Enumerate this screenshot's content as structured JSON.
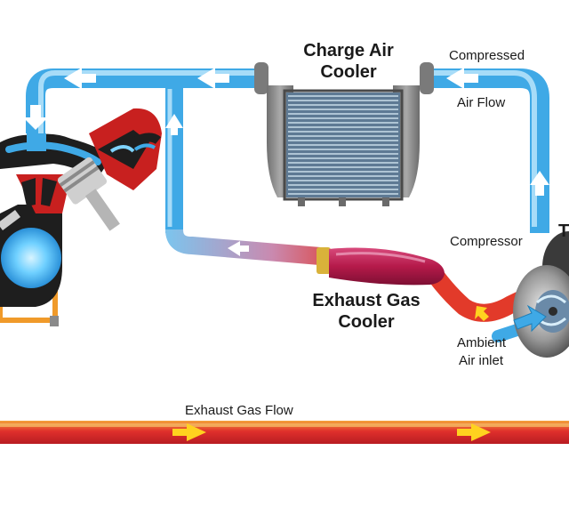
{
  "labels": {
    "charge_air_cooler": [
      "Charge Air",
      "Cooler"
    ],
    "compressed_air_flow": [
      "Compressed",
      "Air Flow"
    ],
    "compressor": "Compressor",
    "turbo_partial": "T",
    "exhaust_gas_cooler": [
      "Exhaust Gas",
      "Cooler"
    ],
    "ambient_air_inlet": [
      "Ambient",
      "Air inlet"
    ],
    "exhaust_gas_flow": "Exhaust Gas Flow"
  },
  "colors": {
    "air_pipe": "#3fa9e6",
    "air_pipe_light": "#9fd8f7",
    "exhaust_red": "#d8262b",
    "exhaust_orange": "#f08a1c",
    "arrow_white": "#ffffff",
    "arrow_yellow": "#ffd21f",
    "cooler_body": "#8c8c8c",
    "cooler_fins": "#5f7f9c",
    "engine_dark": "#1e1e1e",
    "engine_red": "#c8201f",
    "egr_cooler": "#b51a4a",
    "coolant_orange": "#f09a2a",
    "chamber_blue": "#6fd0ff"
  }
}
